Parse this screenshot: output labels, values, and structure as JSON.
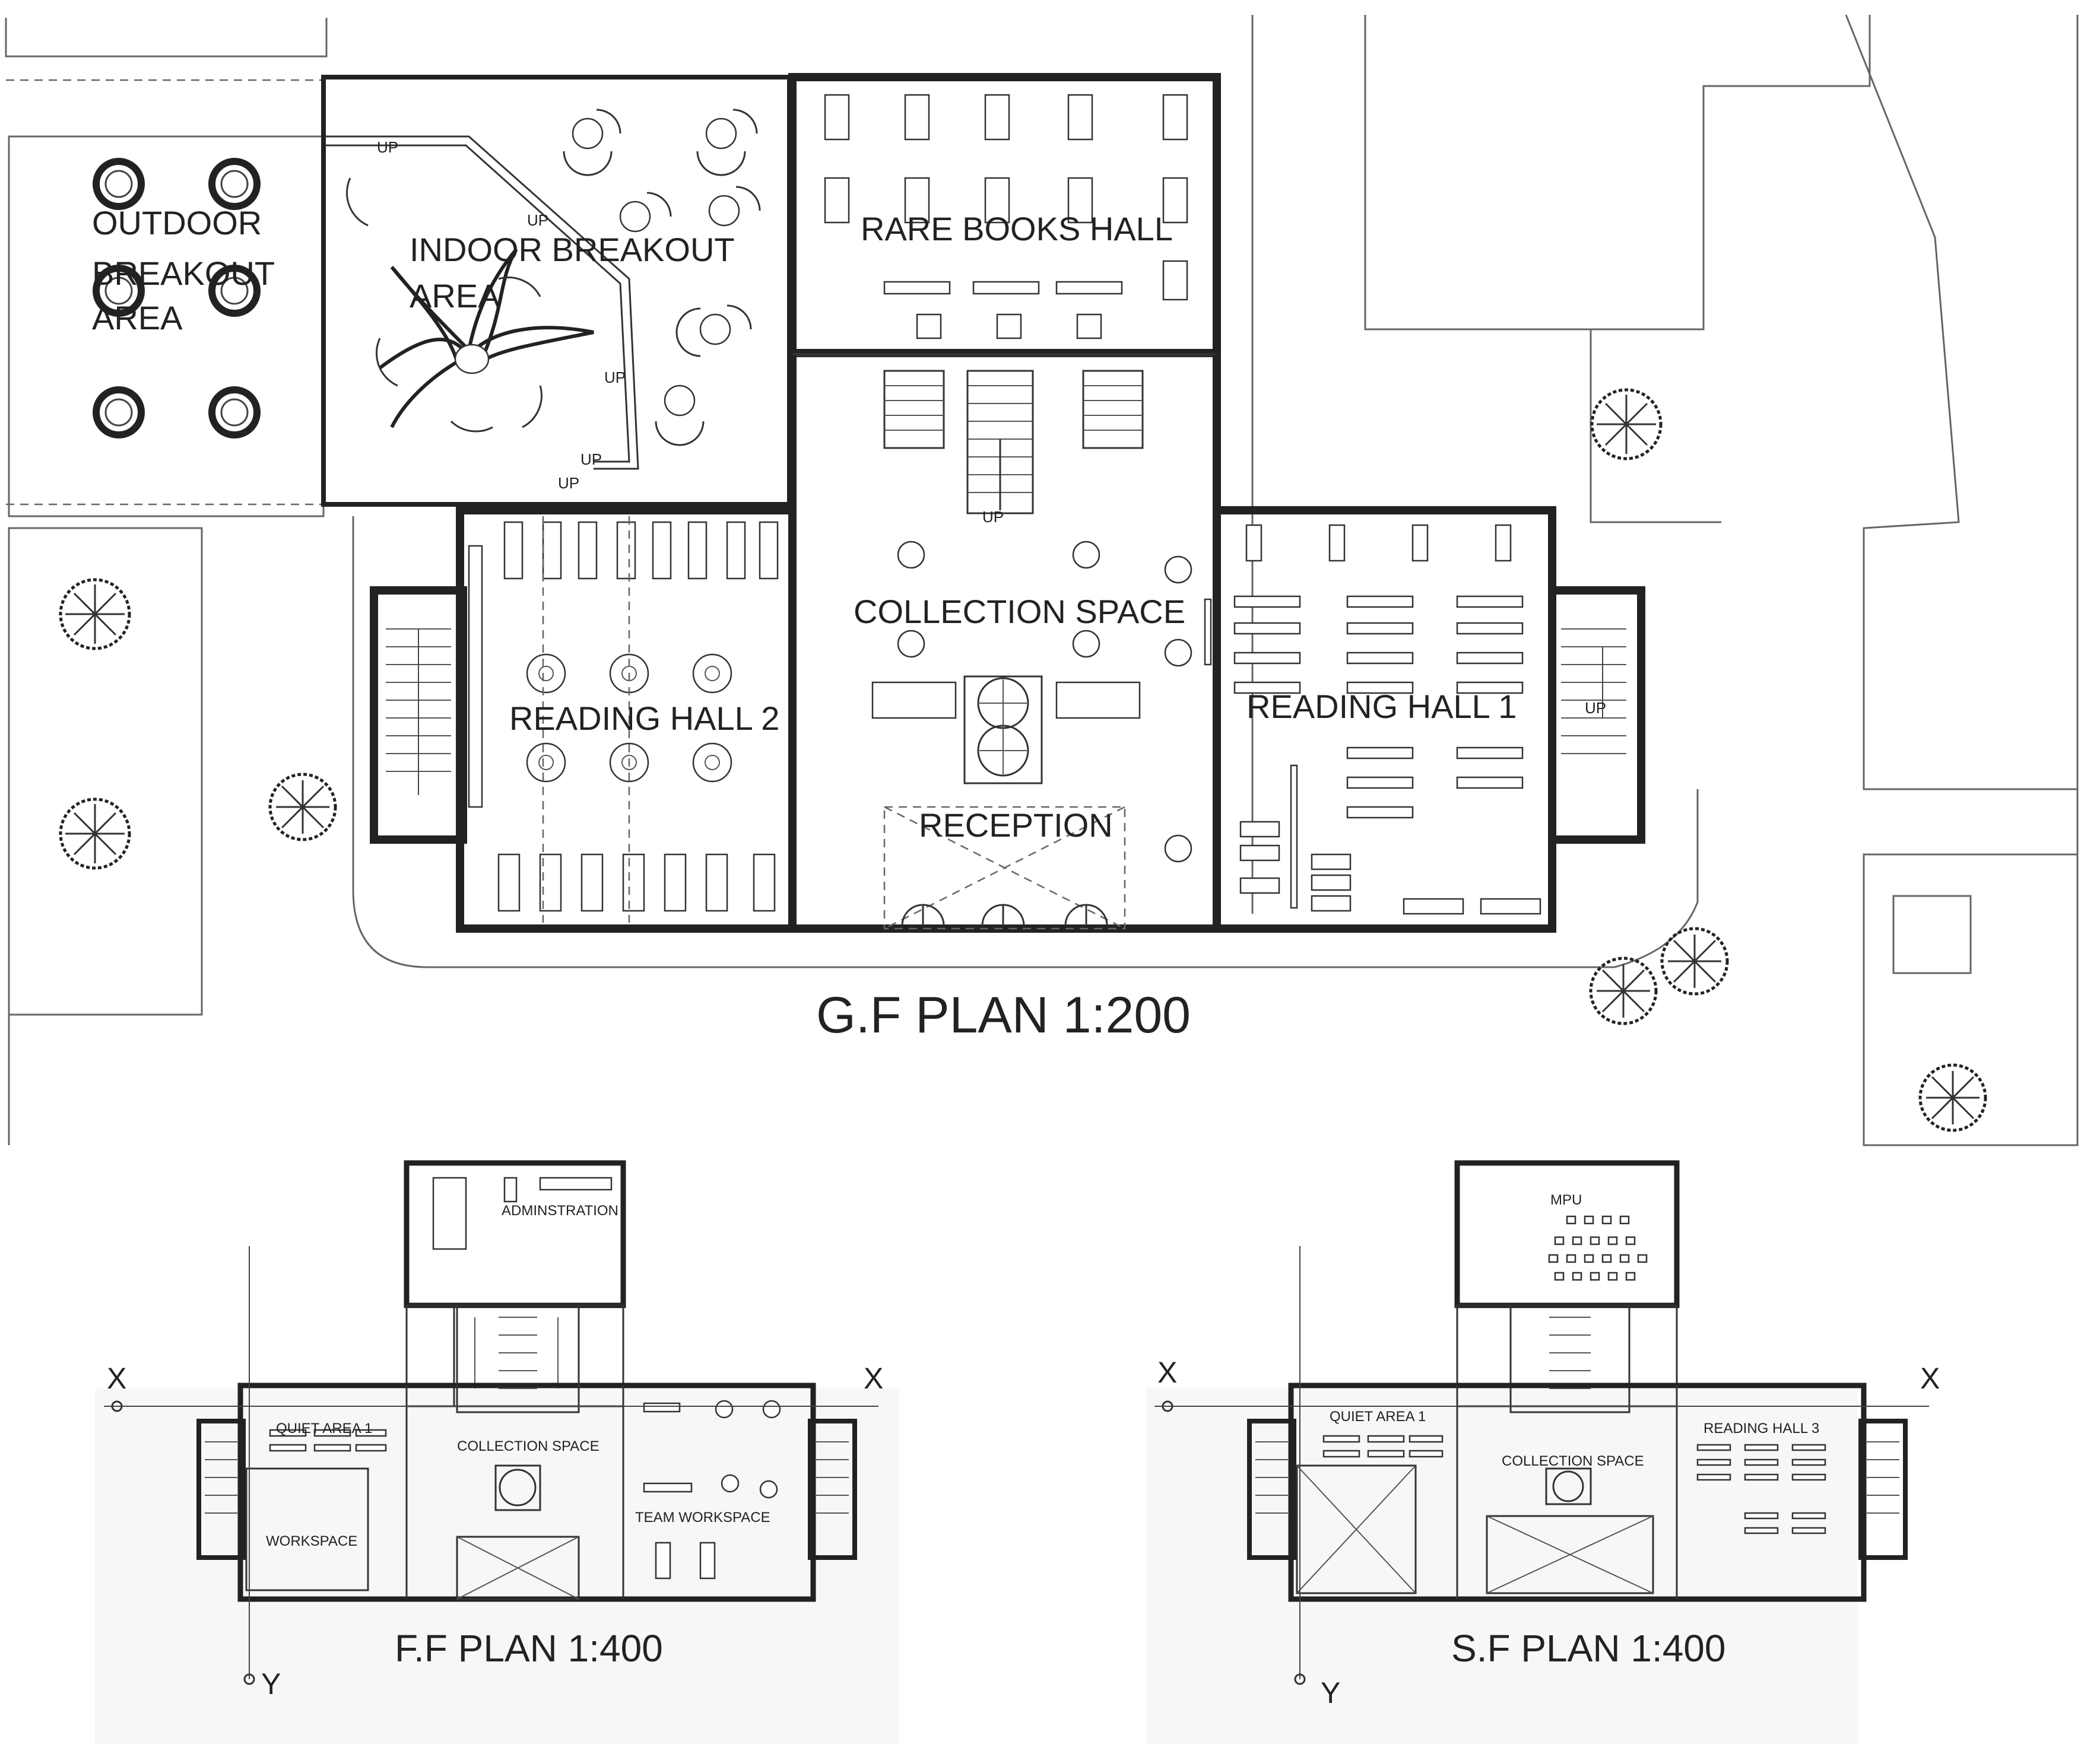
{
  "drawing": {
    "gf_title": "G.F PLAN 1:200",
    "ff_title": "F.F PLAN 1:400",
    "sf_title": "S.F PLAN 1:400",
    "gf_rooms": {
      "outdoor_1": "OUTDOOR",
      "outdoor_2": "BREAKOUT",
      "outdoor_3": "AREA",
      "indoor_1": "INDOOR BREAKOUT",
      "indoor_2": "AREA",
      "rare_books": "RARE BOOKS HALL",
      "collection": "COLLECTION SPACE",
      "reading_1": "READING HALL 1",
      "reading_2": "READING HALL 2",
      "reception": "RECEPTION"
    },
    "stair_label": "UP",
    "ff_rooms": {
      "admin": "ADMINSTRATION",
      "quiet": "QUIET AREA 1",
      "collection": "COLLECTION SPACE",
      "workspace": "WORKSPACE",
      "team": "TEAM WORKSPACE"
    },
    "sf_rooms": {
      "mpu": "MPU",
      "quiet": "QUIET AREA 1",
      "collection": "COLLECTION SPACE",
      "reading_3": "READING HALL 3"
    },
    "axis_x": "X",
    "axis_y": "Y"
  }
}
